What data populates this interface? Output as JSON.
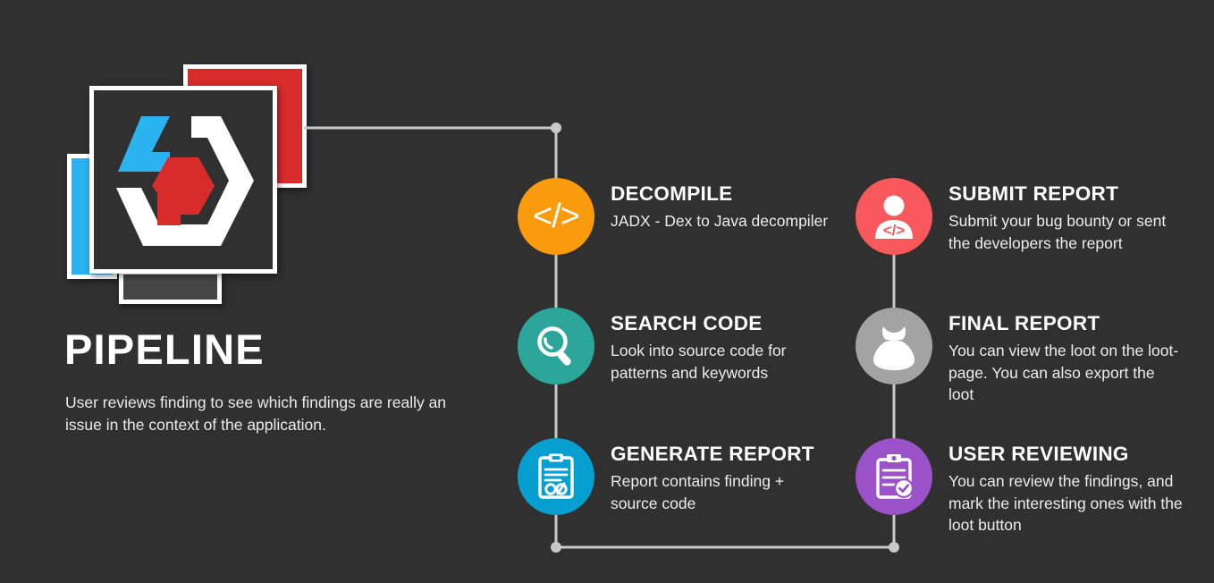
{
  "background_color": "#303030",
  "brand": {
    "title": "PIPELINE",
    "subtitle": "User reviews finding to see which findings are really an issue in the context of the application.",
    "logo_name": "pipeline-logo",
    "cards": [
      {
        "name": "card-blue",
        "color": "#2bb3ef"
      },
      {
        "name": "card-red",
        "color": "#d82b2b"
      },
      {
        "name": "card-gray",
        "color": "#454545"
      },
      {
        "name": "card-main",
        "color": "#303030"
      }
    ],
    "logo_colors": {
      "outline": "#ffffff",
      "accent_blue": "#2bb3ef",
      "accent_red": "#d82b2b"
    }
  },
  "connector": {
    "color": "#c9c9c9",
    "dot_color": "#c9c9c9"
  },
  "steps": [
    {
      "id": "decompile",
      "title": "DECOMPILE",
      "desc": "JADX - Dex to Java decompiler",
      "color": "#f99b0c",
      "icon": "code-brackets-icon",
      "column": "left"
    },
    {
      "id": "search-code",
      "title": "SEARCH CODE",
      "desc": "Look into source code for patterns and keywords",
      "color": "#2ca69b",
      "icon": "magnifier-icon",
      "column": "left"
    },
    {
      "id": "generate-report",
      "title": "GENERATE REPORT",
      "desc": "Report contains finding + source code",
      "color": "#069fd0",
      "icon": "clipboard-report-icon",
      "column": "left"
    },
    {
      "id": "submit-report",
      "title": "SUBMIT REPORT",
      "desc": "Submit your bug bounty or sent the developers the report",
      "color": "#f9595c",
      "icon": "person-code-icon",
      "column": "right"
    },
    {
      "id": "final-report",
      "title": "FINAL REPORT",
      "desc": "You can view the loot on the loot-page. You can also export the loot",
      "color": "#a3a3a3",
      "icon": "loot-bag-icon",
      "column": "right"
    },
    {
      "id": "user-reviewing",
      "title": "USER REVIEWING",
      "desc": "You can review the findings, and mark the interesting ones with the loot button",
      "color": "#9b51c8",
      "icon": "clipboard-check-icon",
      "column": "right"
    }
  ],
  "glyphs": {
    "code": "</>"
  }
}
